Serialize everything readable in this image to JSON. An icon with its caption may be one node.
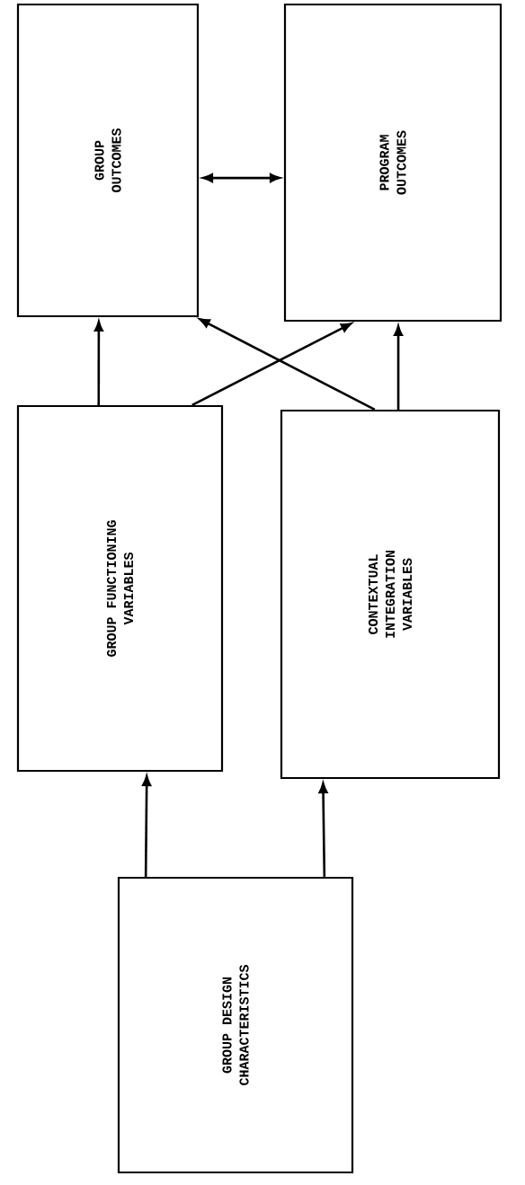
{
  "diagram": {
    "nodes": [
      {
        "text": [
          "GROUP DESIGN CHARACTERISTICS"
        ]
      },
      {
        "text": [
          "GROUP FUNCTIONING VARIABLES"
        ]
      },
      {
        "text": [
          "CONTEXTUAL INTEGRATION VARIABLES"
        ]
      },
      {
        "text": [
          "GROUP OUTCOMES"
        ]
      },
      {
        "text": [
          "PROGRAM OUTCOMES"
        ]
      }
    ],
    "edges": [
      {
        "from": 0,
        "to": 1,
        "arrow": "to"
      },
      {
        "from": 0,
        "to": 2,
        "arrow": "to"
      },
      {
        "from": 1,
        "to": 3,
        "arrow": "to"
      },
      {
        "from": 2,
        "to": 4,
        "arrow": "to"
      },
      {
        "from": 1,
        "to": 4,
        "arrow": "to"
      },
      {
        "from": 2,
        "to": 3,
        "arrow": "to"
      },
      {
        "from": 3,
        "to": 4,
        "arrow": "both"
      }
    ]
  }
}
